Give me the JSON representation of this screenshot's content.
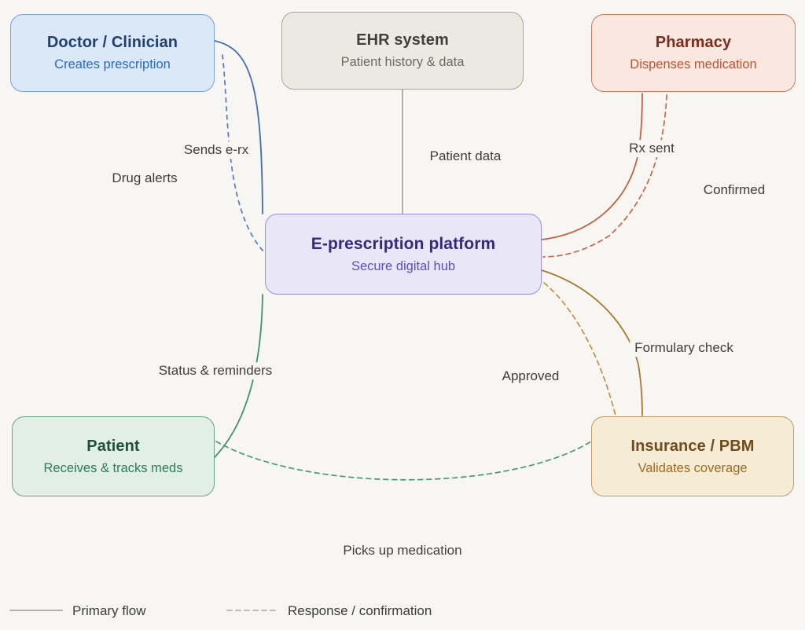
{
  "background": "#f7f6f3",
  "label_color": "#3f3e3a",
  "nodes": {
    "doctor": {
      "title": "Doctor / Clinician",
      "subtitle": "Creates prescription",
      "fill": "#dbe8f7",
      "border": "#79a1dc",
      "title_color": "#21406f",
      "subtitle_color": "#2d68bb"
    },
    "ehr": {
      "title": "EHR system",
      "subtitle": "Patient history & data",
      "fill": "#ebeae2",
      "border": "#a7a69a",
      "title_color": "#423f37",
      "subtitle_color": "#6b6a60"
    },
    "pharmacy": {
      "title": "Pharmacy",
      "subtitle": "Dispenses medication",
      "fill": "#f9e7e0",
      "border": "#cc7b5e",
      "title_color": "#7c2d1e",
      "subtitle_color": "#bc5434"
    },
    "platform": {
      "title": "E-prescription platform",
      "subtitle": "Secure digital hub",
      "fill": "#e9e6f8",
      "border": "#9a8ede",
      "title_color": "#37297e",
      "subtitle_color": "#5a4dc8"
    },
    "patient": {
      "title": "Patient",
      "subtitle": "Receives & tracks meds",
      "fill": "#e1efe7",
      "border": "#67a383",
      "title_color": "#20503a",
      "subtitle_color": "#2f7b53"
    },
    "insurance": {
      "title": "Insurance / PBM",
      "subtitle": "Validates coverage",
      "fill": "#f6ecd6",
      "border": "#c19c64",
      "title_color": "#6f4c1c",
      "subtitle_color": "#9c6b21"
    }
  },
  "edges": [
    {
      "from": "doctor",
      "to": "platform",
      "style": "solid",
      "color": "#3f6cb5",
      "label": "Sends e-rx"
    },
    {
      "from": "platform",
      "to": "doctor",
      "style": "dashed",
      "color": "#4f7ac7",
      "label": "Drug alerts"
    },
    {
      "from": "ehr",
      "to": "platform",
      "style": "solid",
      "color": "#a09f97",
      "label": "Patient data"
    },
    {
      "from": "platform",
      "to": "pharmacy",
      "style": "solid",
      "color": "#c2603d",
      "label": "Rx sent"
    },
    {
      "from": "pharmacy",
      "to": "platform",
      "style": "dashed",
      "color": "#c76844",
      "label": "Confirmed"
    },
    {
      "from": "platform",
      "to": "insurance",
      "style": "solid",
      "color": "#a9782e",
      "label": "Formulary check"
    },
    {
      "from": "insurance",
      "to": "platform",
      "style": "dashed",
      "color": "#c0913f",
      "label": "Approved"
    },
    {
      "from": "platform",
      "to": "patient",
      "style": "solid",
      "color": "#44916c",
      "label": "Status & reminders"
    },
    {
      "from": "patient",
      "to": "insurance",
      "style": "dashed",
      "color": "#4a9a72",
      "label": "Picks up medication"
    }
  ],
  "legend": {
    "primary_label": "Primary flow",
    "response_label": "Response / confirmation",
    "solid_color": "#b1b0a9",
    "dashed_color": "#bcbbb4",
    "text_color": "#3c3c38"
  }
}
